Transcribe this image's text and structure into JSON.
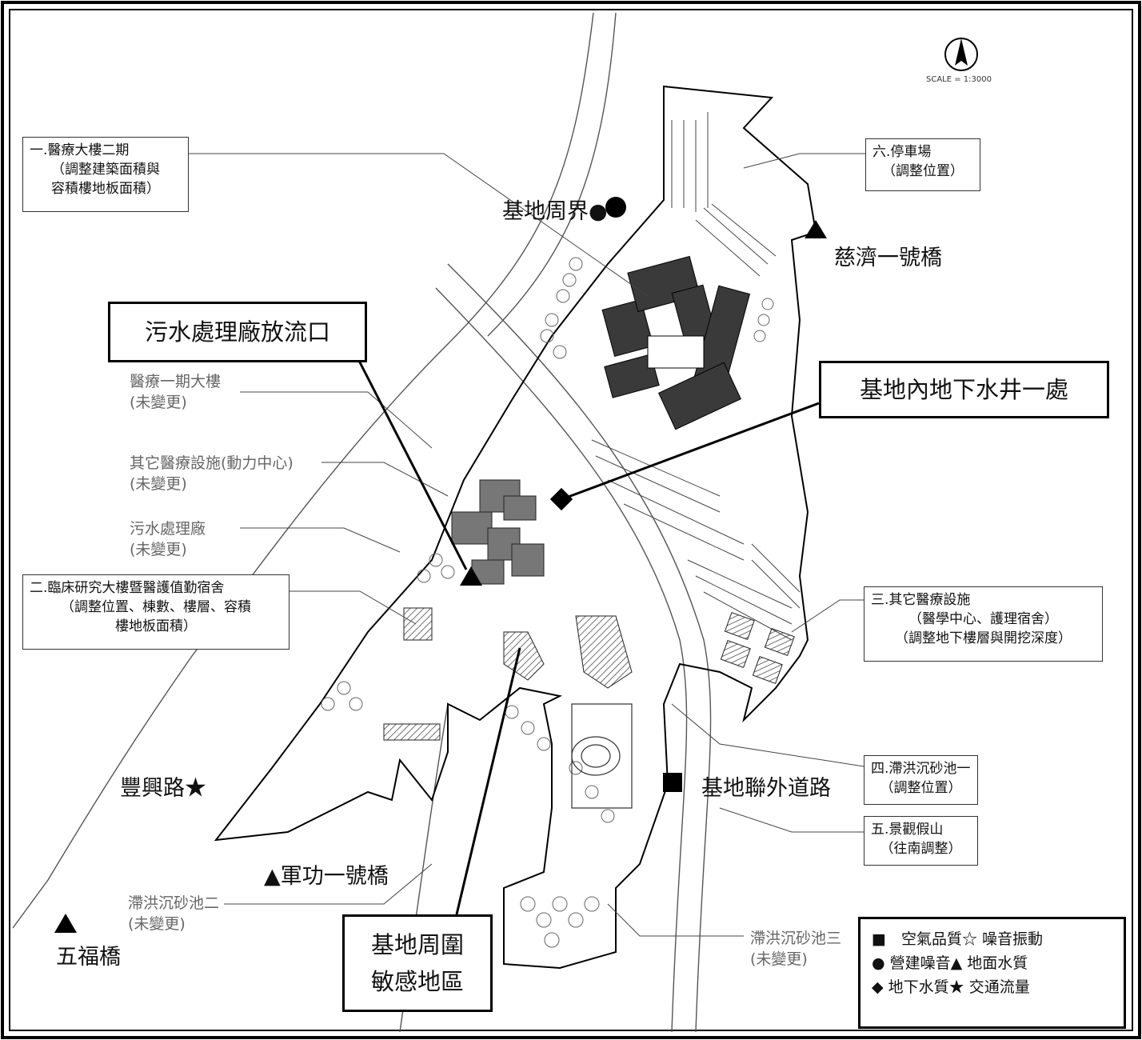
{
  "map": {
    "scale": "SCALE = 1:3000",
    "colors": {
      "outline": "#000000",
      "building": "#3a3a3a",
      "road": "#555555",
      "tree": "#666666",
      "grey_text": "#666666"
    }
  },
  "monitoring_points": {
    "site_boundary": "基地周界●",
    "cizi_bridge": "慈濟一號橋",
    "sewage_outfall": "污水處理廠放流口",
    "groundwater_well": "基地內地下水井一處",
    "fengxing_road": "豐興路★",
    "access_road": "基地聯外道路",
    "jungong_bridge": "▲軍功一號橋",
    "wufu_bridge": "五福橋",
    "sensitive_area": [
      "基地周圍",
      "敏感地區"
    ]
  },
  "callouts": {
    "c1": [
      "一.醫療大樓二期",
      "（調整建築面積與",
      "容積樓地板面積）"
    ],
    "c6": [
      "六.停車場",
      "（調整位置）"
    ],
    "c2": [
      "二.臨床研究大樓暨醫護值勤宿舍",
      "（調整位置、棟數、樓層、容積",
      "樓地板面積）"
    ],
    "c3": [
      "三.其它醫療設施",
      "（醫學中心、護理宿舍）",
      "（調整地下樓層與開挖深度）"
    ],
    "c4": [
      "四.滯洪沉砂池一",
      "（調整位置）"
    ],
    "c5": [
      "五.景觀假山",
      "（往南調整）"
    ]
  },
  "unchanged": {
    "u1": [
      "醫療一期大樓",
      "(未變更)"
    ],
    "u2": [
      "其它醫療設施(動力中心)",
      "(未變更)"
    ],
    "u3": [
      "污水處理廠",
      "(未變更)"
    ],
    "u4": [
      "滯洪沉砂池二",
      "(未變更)"
    ],
    "u5": [
      "滯洪沉砂池三",
      "(未變更)"
    ]
  },
  "legend": {
    "lines": [
      "■　空氣品質☆ 噪音振動",
      "● 營建噪音▲ 地面水質",
      "◆ 地下水質★ 交通流量"
    ]
  }
}
